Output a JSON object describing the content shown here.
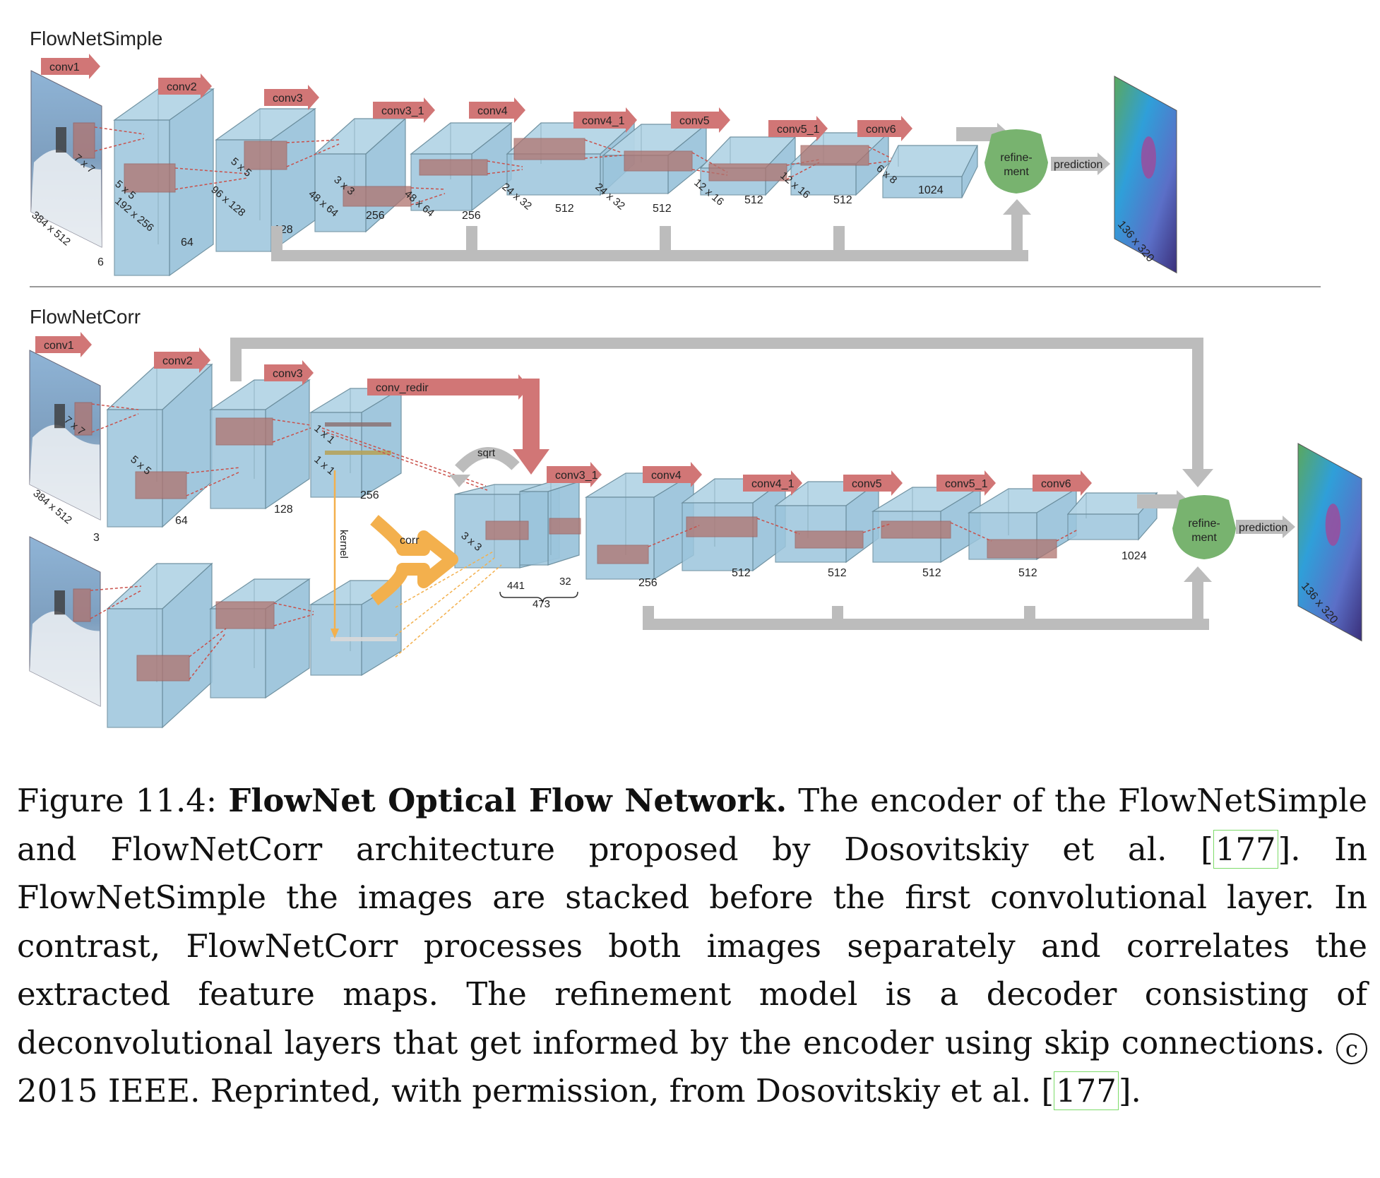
{
  "colors": {
    "box_fill": "#9cc5dc",
    "box_face": "#b5d5e6",
    "box_stroke": "#6b8e9e",
    "arrow_red": "#d17676",
    "connector_gray": "#bcbcbc",
    "refine_green": "#78b36f",
    "corr_orange": "#f3b04d"
  },
  "top": {
    "title": "FlowNetSimple",
    "layers": [
      "conv1",
      "conv2",
      "conv3",
      "conv3_1",
      "conv4",
      "conv4_1",
      "conv5",
      "conv5_1",
      "conv6"
    ],
    "kernels": [
      "7 x 7",
      "5 x 5",
      "5 x 5",
      "3 x 3"
    ],
    "sizes": [
      "384 x 512",
      "192 x 256",
      "96 x 128",
      "48 x 64",
      "48 x 64",
      "24 x 32",
      "24 x 32",
      "12 x 16",
      "12 x 16",
      "6 x 8"
    ],
    "channels": [
      "6",
      "64",
      "128",
      "256",
      "256",
      "512",
      "512",
      "512",
      "512",
      "1024"
    ],
    "refine": "refine-\nment",
    "prediction": "prediction",
    "output_size": "136 x 320"
  },
  "bottom": {
    "title": "FlowNetCorr",
    "layers": [
      "conv1",
      "conv2",
      "conv3",
      "conv_redir",
      "conv3_1",
      "conv4",
      "conv4_1",
      "conv5",
      "conv5_1",
      "conv6"
    ],
    "kernels": [
      "7 x 7",
      "5 x 5",
      "1 x 1",
      "1 x 1",
      "3 x 3"
    ],
    "size_in": "384 x 512",
    "channels": [
      "3",
      "64",
      "128",
      "256",
      "256",
      "512",
      "512",
      "512",
      "512",
      "1024"
    ],
    "corr_sizes": [
      "441",
      "32",
      "473"
    ],
    "kernel_label": "kernel",
    "corr_label": "corr",
    "sqrt_label": "sqrt",
    "refine": "refine-\nment",
    "prediction": "prediction",
    "output_size": "136 x 320"
  },
  "caption": {
    "label": "Figure 11.4:",
    "bold": "FlowNet Optical Flow Network.",
    "text1": " The encoder of the FlowNetSimple and FlowNetCorr architecture proposed by Dosovitskiy et al. ",
    "cite": "177",
    "text2": ". In FlowNetSimple the images are stacked before the first convolutional layer. In contrast, FlowNetCorr processes both images separately and correlates the extracted feature maps. The refinement model is a decoder consisting of deconvolutional layers that get informed by the encoder using skip connections. ",
    "copyright": "c",
    "text3": " 2015 IEEE. Reprinted, with permission, from Dosovitskiy et al. ",
    "text4": "."
  }
}
